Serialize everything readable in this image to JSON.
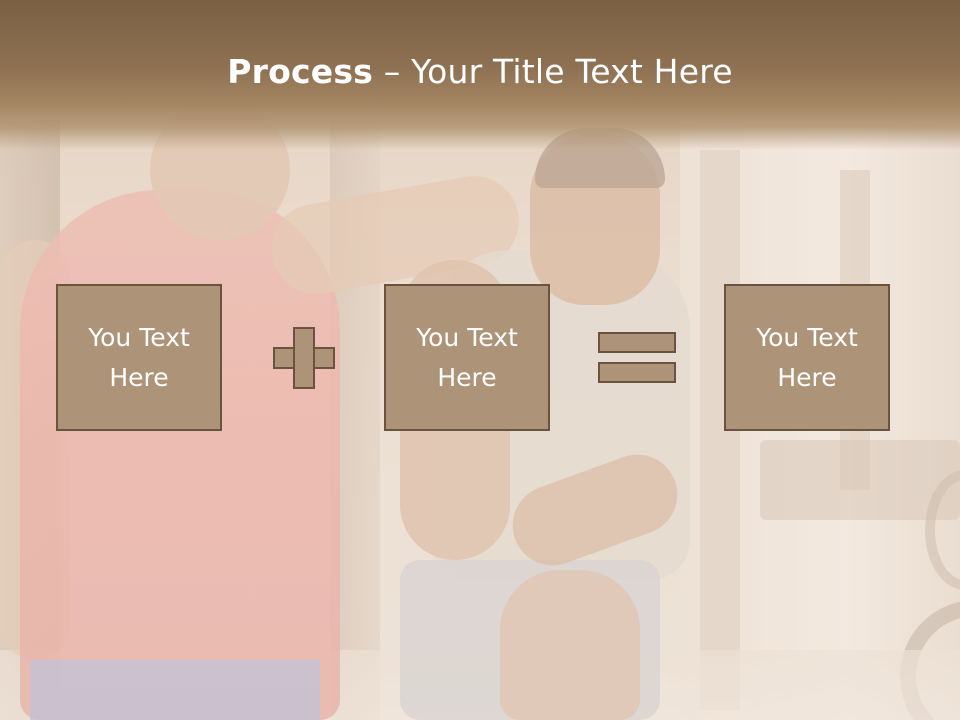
{
  "slide": {
    "title_bold": "Process",
    "title_rest": " – Your Title Text Here",
    "boxes": [
      {
        "line1": "You Text",
        "line2": "Here"
      },
      {
        "line1": "You Text",
        "line2": "Here"
      },
      {
        "line1": "You Text",
        "line2": "Here"
      }
    ],
    "operators": [
      "plus-icon",
      "equals-icon"
    ],
    "colors": {
      "title_band": "#8e7152",
      "box_fill": "#ad9377",
      "box_border": "#6a543f",
      "text": "#ffffff"
    }
  }
}
